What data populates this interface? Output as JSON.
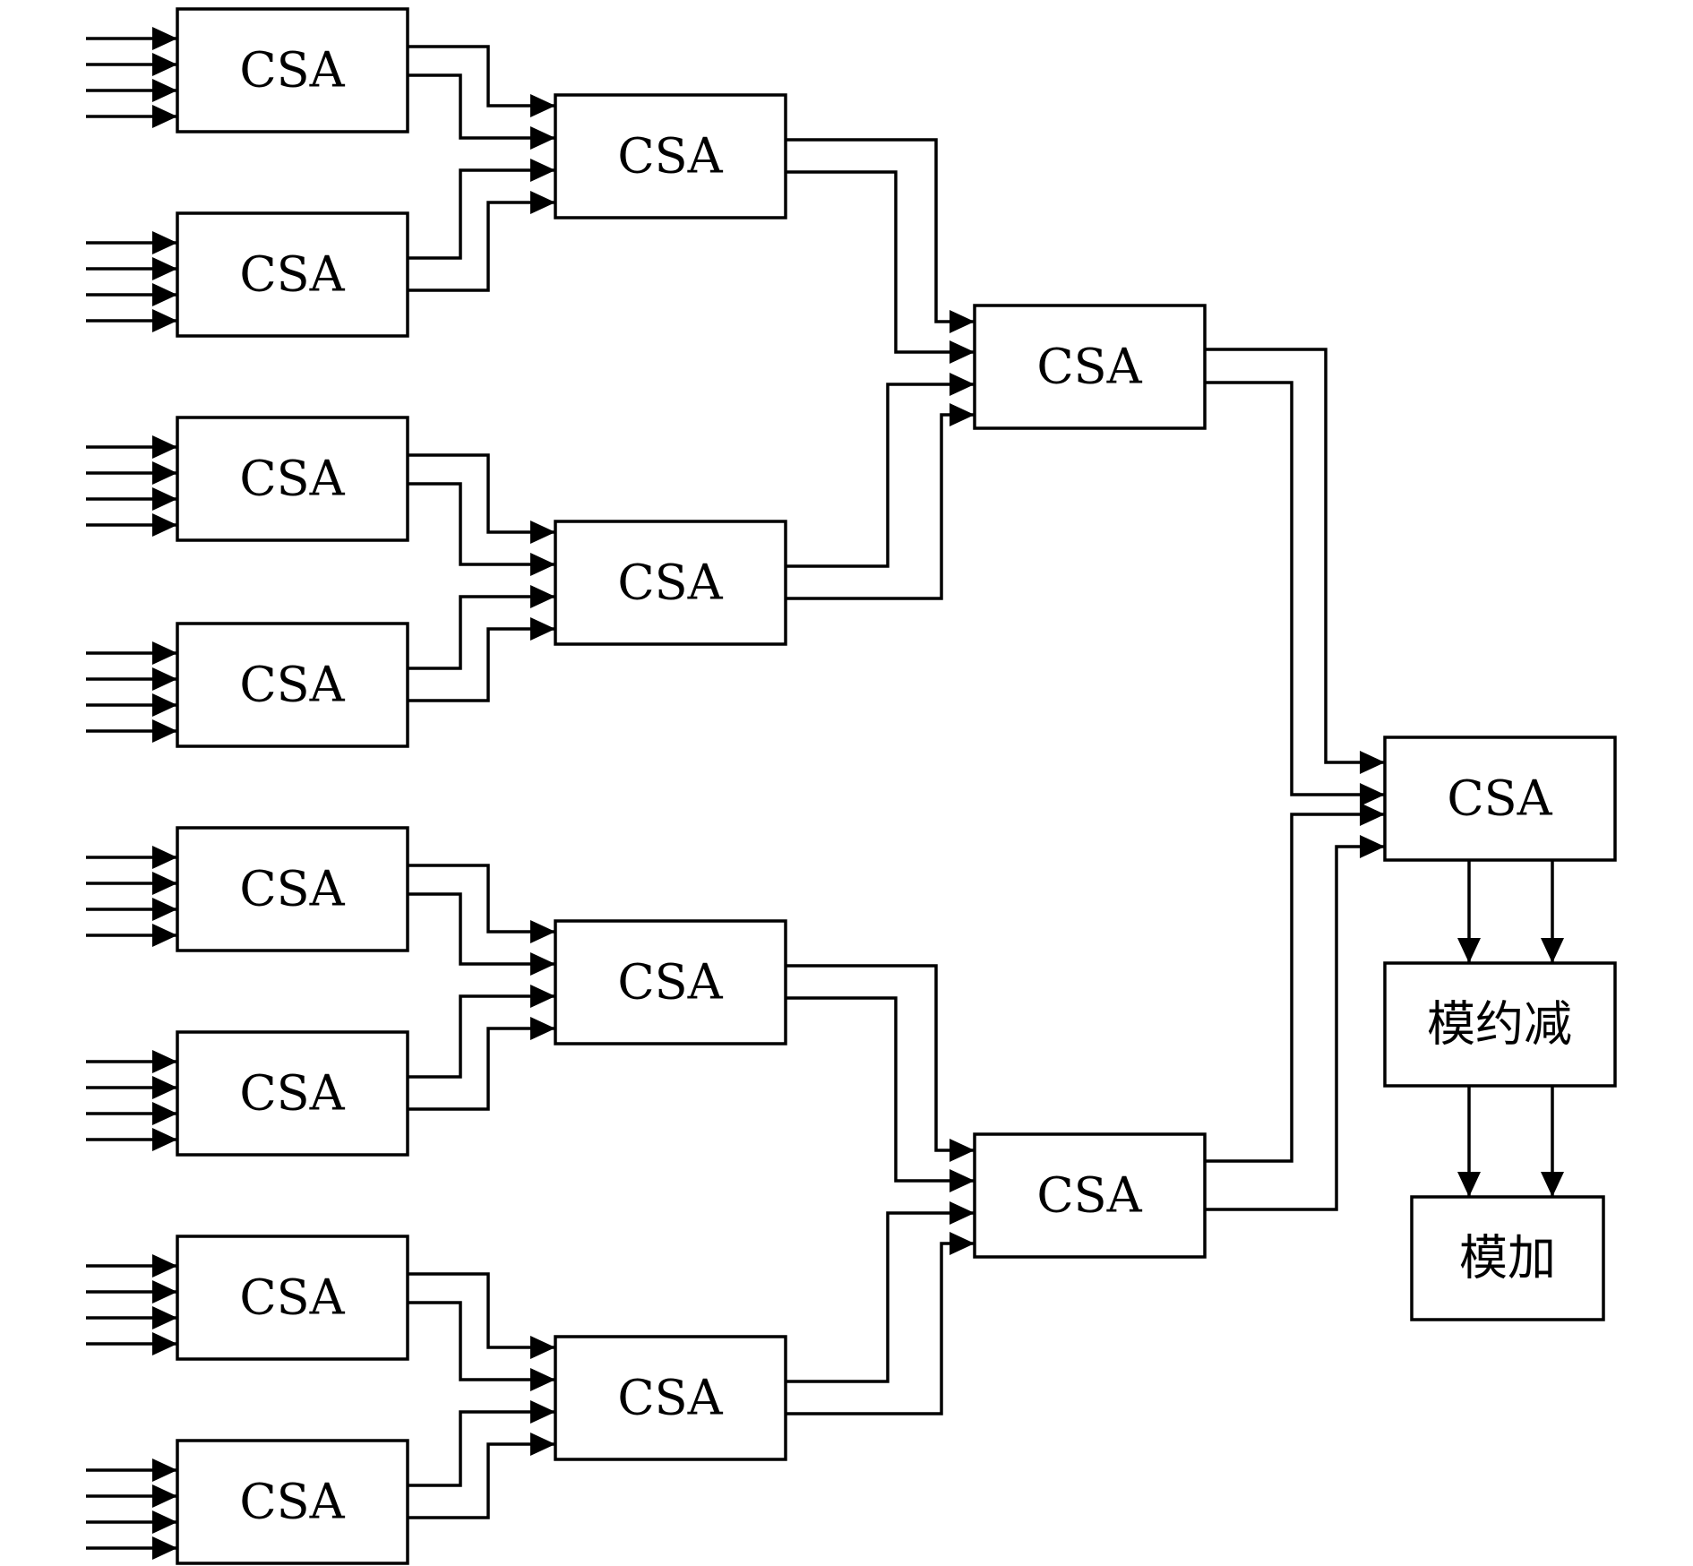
{
  "blocks": {
    "l1_0": "CSA",
    "l1_1": "CSA",
    "l1_2": "CSA",
    "l1_3": "CSA",
    "l1_4": "CSA",
    "l1_5": "CSA",
    "l1_6": "CSA",
    "l1_7": "CSA",
    "l2_0": "CSA",
    "l2_1": "CSA",
    "l2_2": "CSA",
    "l2_3": "CSA",
    "l3_0": "CSA",
    "l3_1": "CSA",
    "l4_0": "CSA",
    "mod_reduce": "模约减",
    "mod_add": "模加"
  },
  "colors": {
    "stroke": "#000000",
    "background": "#ffffff"
  }
}
